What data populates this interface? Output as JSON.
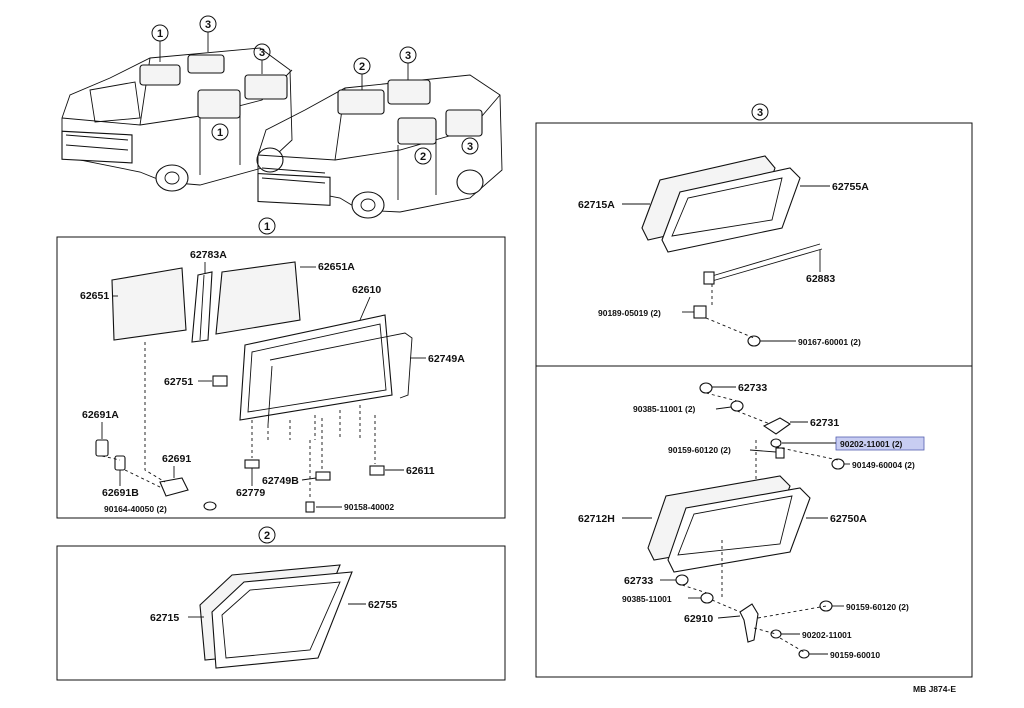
{
  "callouts": {
    "one": "1",
    "two": "2",
    "three": "3"
  },
  "vans": {
    "left": {
      "marks": [
        "1",
        "3",
        "3",
        "1"
      ]
    },
    "right": {
      "marks": [
        "2",
        "3",
        "2",
        "3"
      ]
    }
  },
  "section1": {
    "labels": {
      "p62651": "62651",
      "p62783a": "62783A",
      "p62651a": "62651A",
      "p62610": "62610",
      "p62749a": "62749A",
      "p62751": "62751",
      "p62691a": "62691A",
      "p62691": "62691",
      "p62691b": "62691B",
      "p90164": "90164-40050 (2)",
      "p62779": "62779",
      "p62749b": "62749B",
      "p62611": "62611",
      "p90158": "90158-40002"
    }
  },
  "section2": {
    "labels": {
      "p62715": "62715",
      "p62755": "62755"
    }
  },
  "section3": {
    "labels": {
      "p62715a": "62715A",
      "p62755a": "62755A",
      "p62883": "62883",
      "p90189": "90189-05019 (2)",
      "p90167": "90167-60001 (2)",
      "p62733a": "62733",
      "p90385a": "90385-11001 (2)",
      "p62731": "62731",
      "p90202hl": "90202-11001 (2)",
      "p90159a": "90159-60120 (2)",
      "p90149": "90149-60004 (2)",
      "p62712h": "62712H",
      "p62750a": "62750A",
      "p62733b": "62733",
      "p90385b": "90385-11001",
      "p62910": "62910",
      "p90159b": "90159-60120 (2)",
      "p90202b": "90202-11001",
      "p90159c": "90159-60010"
    }
  },
  "footer": {
    "code": "MB J874-E"
  },
  "colors": {
    "highlight": "#c8cdf2",
    "line": "#111111"
  }
}
